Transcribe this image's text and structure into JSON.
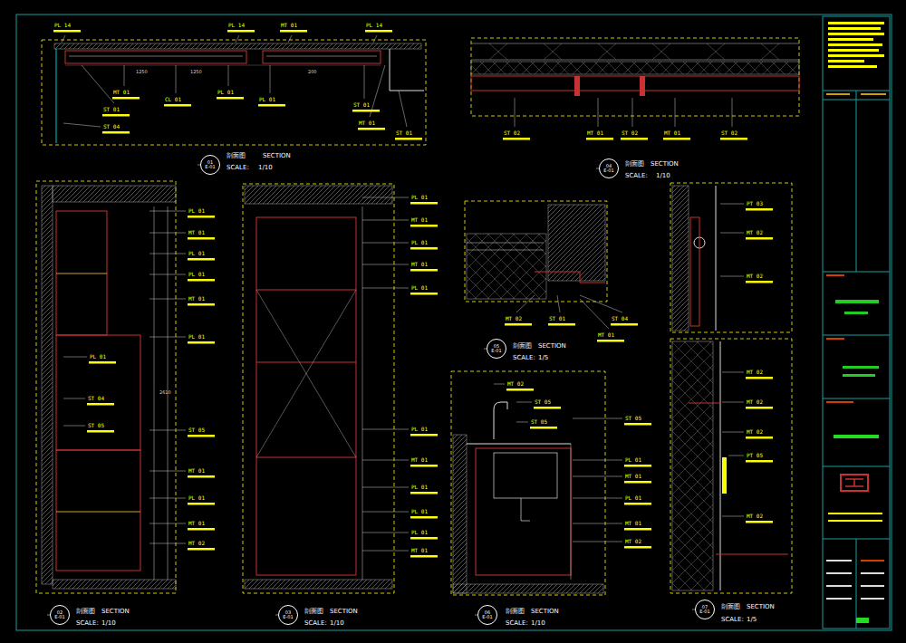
{
  "diagram": {
    "nodes": [
      {
        "text": [
          "01",
          "E-01"
        ]
      },
      {
        "text": [
          "04",
          "E-01"
        ]
      },
      {
        "text": [
          "05",
          "E-01"
        ]
      },
      {
        "text": [
          "02",
          "E-01"
        ]
      },
      {
        "text": [
          "03",
          "E-01"
        ]
      },
      {
        "text": [
          "06",
          "E-01"
        ]
      },
      {
        "text": [
          "07",
          "E-01"
        ]
      }
    ],
    "labels": [
      "PL 14",
      "PL 14",
      "MT 01",
      "PL 14",
      "MT 01",
      "CL 01",
      "PL 01",
      "PL 01",
      "ST 01",
      "ST 01",
      "MT 01",
      "ST 04",
      "ST 01",
      "1250",
      "1250",
      "200",
      "剖面图",
      "SECTION",
      "SCALE:",
      "1/10",
      "ST 02",
      "MT 01",
      "ST 02",
      "MT 01",
      "ST 02",
      "剖面图",
      "SECTION",
      "SCALE:",
      "1/10",
      "PL 01",
      "MT 01",
      "PL 01",
      "PL 01",
      "MT 01",
      "PL 01",
      "PL 01",
      "ST 04",
      "ST 05",
      "ST 05",
      "MT 01",
      "PL 01",
      "MT 01",
      "MT 02",
      "2610",
      "剖面图",
      "SECTION",
      "SCALE:",
      "1/10",
      "PL 01",
      "MT 01",
      "PL 01",
      "MT 01",
      "PL 01",
      "PL 01",
      "MT 01",
      "PL 01",
      "PL 01",
      "PL 01",
      "MT 01",
      "剖面图",
      "SECTION",
      "SCALE:",
      "1/10",
      "MT 02",
      "ST 01",
      "ST 04",
      "MT 01",
      "剖面图",
      "SECTION",
      "SCALE:",
      "1/5",
      "MT 02",
      "ST 05",
      "ST 05",
      "ST 05",
      "PL 01",
      "MT 01",
      "PL 01",
      "MT 01",
      "MT 02",
      "剖面图",
      "SECTION",
      "SCALE:",
      "1/10",
      "PT 03",
      "MT 02",
      "MT 02",
      "MT 02",
      "MT 02",
      "MT 02",
      "PT 05",
      "MT 02",
      "剖面图",
      "SECTION",
      "SCALE:",
      "1/5"
    ]
  }
}
